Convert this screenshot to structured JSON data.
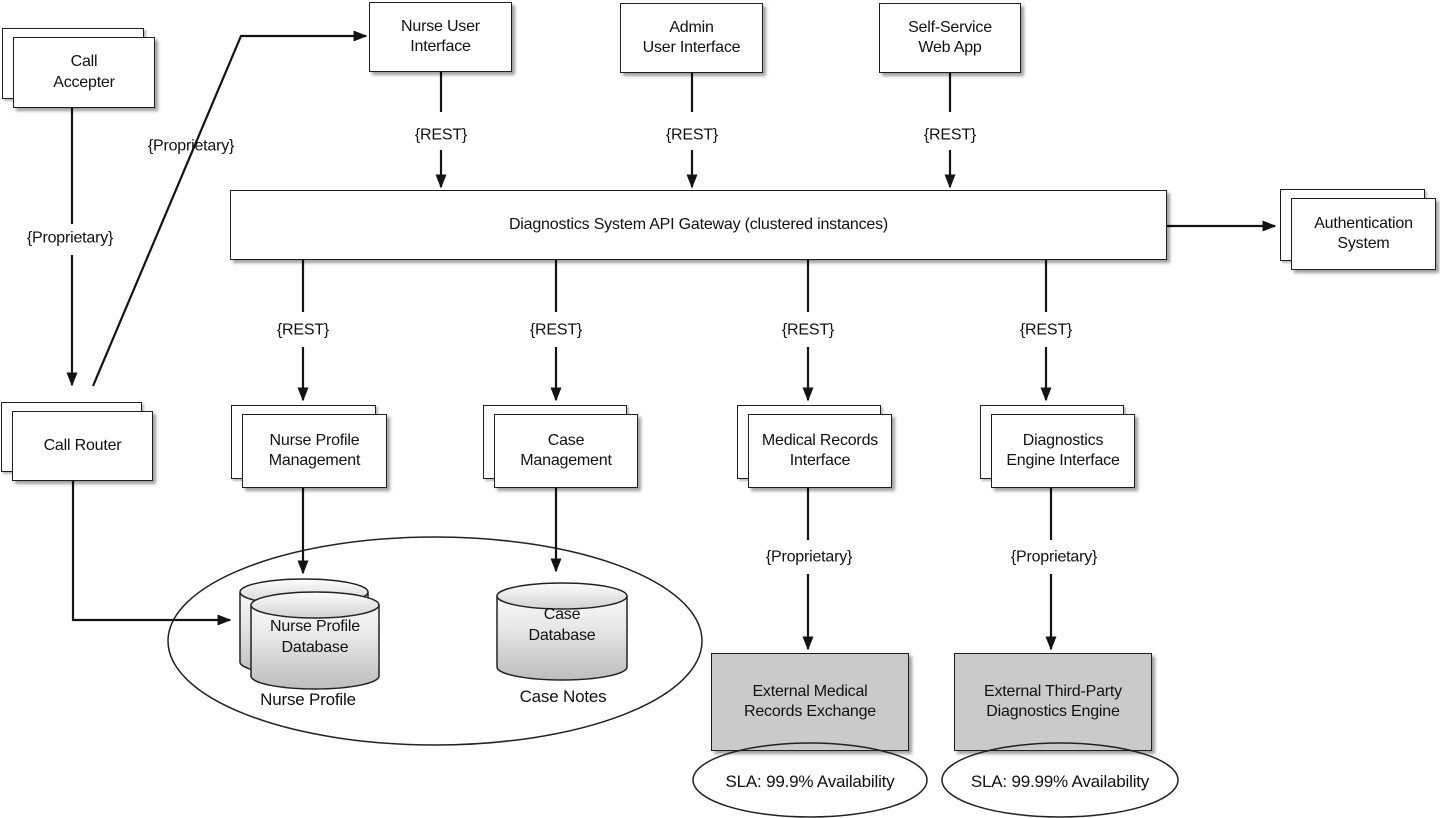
{
  "colors": {
    "background": "#ffffff",
    "line": "#141414",
    "box_border": "#1f1f1f",
    "box_fill": "#ffffff",
    "external_box_fill": "#cacaca",
    "cylinder_gradient_light": "#f8f8f8",
    "cylinder_gradient_dark": "#bdbdbd"
  },
  "nodes": {
    "call_accepter": {
      "label": "Call\nAccepter"
    },
    "nurse_ui": {
      "label": "Nurse User\nInterface"
    },
    "admin_ui": {
      "label": "Admin\nUser Interface"
    },
    "self_service": {
      "label": "Self-Service\nWeb App"
    },
    "gateway": {
      "label": "Diagnostics System API Gateway (clustered instances)"
    },
    "auth_system": {
      "label": "Authentication\nSystem"
    },
    "call_router": {
      "label": "Call Router"
    },
    "nurse_profile_mgmt": {
      "label": "Nurse Profile\nManagement"
    },
    "case_mgmt": {
      "label": "Case\nManagement"
    },
    "medical_records_iface": {
      "label": "Medical Records\nInterface"
    },
    "diag_engine_iface": {
      "label": "Diagnostics\nEngine Interface"
    },
    "nurse_profile_db": {
      "label": "Nurse Profile\nDatabase",
      "caption": "Nurse Profile"
    },
    "case_db": {
      "label": "Case\nDatabase",
      "caption": "Case Notes"
    },
    "ext_medical_exchange": {
      "label": "External Medical\nRecords Exchange",
      "sla": "SLA: 99.9% Availability"
    },
    "ext_diag_engine": {
      "label": "External Third-Party\nDiagnostics Engine",
      "sla": "SLA: 99.99% Availability"
    }
  },
  "edge_labels": {
    "rest": "{REST}",
    "proprietary": "{Proprietary}"
  }
}
